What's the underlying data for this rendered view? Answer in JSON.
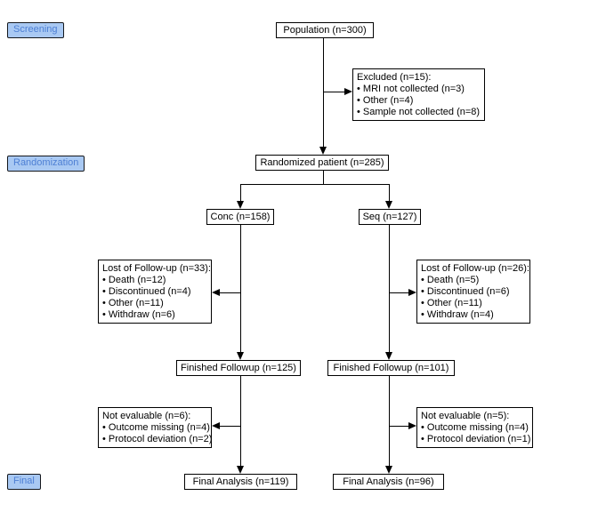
{
  "diagram": {
    "stages": [
      {
        "label": "Screening"
      },
      {
        "label": "Randomization"
      },
      {
        "label": "Final"
      }
    ],
    "nodes": {
      "population": "Population (n=300)",
      "excluded": {
        "title": "Excluded (n=15):",
        "items": [
          "• MRI not collected (n=3)",
          "• Other (n=4)",
          "• Sample not collected (n=8)"
        ]
      },
      "randomized": "Randomized patient (n=285)",
      "conc": "Conc (n=158)",
      "seq": "Seq (n=127)",
      "lost_conc": {
        "title": "Lost of Follow-up (n=33):",
        "items": [
          "• Death (n=12)",
          "• Discontinued (n=4)",
          "• Other (n=11)",
          "• Withdraw (n=6)"
        ]
      },
      "lost_seq": {
        "title": "Lost of Follow-up (n=26):",
        "items": [
          "• Death (n=5)",
          "• Discontinued (n=6)",
          "• Other (n=11)",
          "• Withdraw (n=4)"
        ]
      },
      "finished_conc": "Finished Followup (n=125)",
      "finished_seq": "Finished Followup (n=101)",
      "not_evaluable_conc": {
        "title": "Not evaluable (n=6):",
        "items": [
          "• Outcome missing (n=4)",
          "• Protocol deviation (n=2)"
        ]
      },
      "not_evaluable_seq": {
        "title": "Not evaluable (n=5):",
        "items": [
          "• Outcome missing (n=4)",
          "• Protocol deviation (n=1)"
        ]
      },
      "final_conc": "Final Analysis (n=119)",
      "final_seq": "Final Analysis (n=96)"
    },
    "colors": {
      "background": "#ffffff",
      "box_fill": "#ffffff",
      "box_border": "#000000",
      "line": "#000000",
      "stage_fill": "#a9c9f3",
      "stage_text": "#4d7fd4",
      "stage_border": "#15181d"
    }
  }
}
